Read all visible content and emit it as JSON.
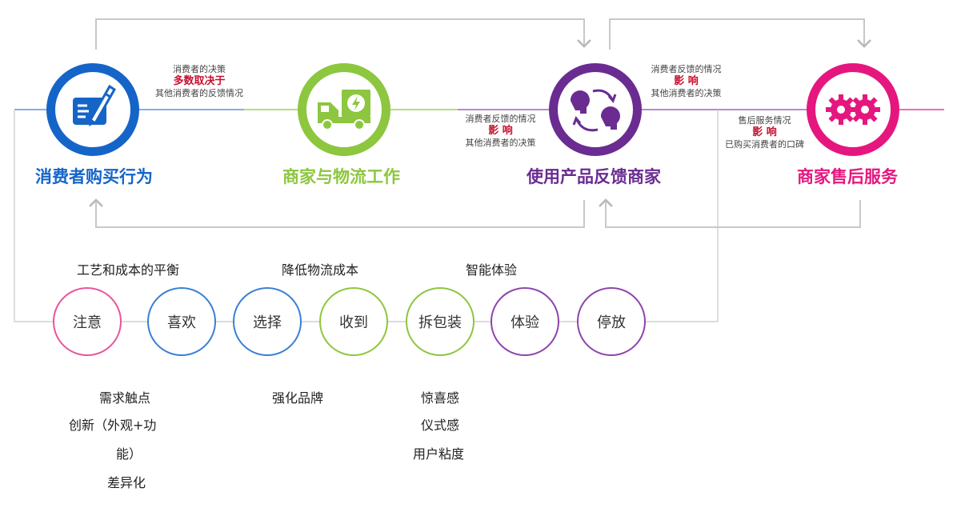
{
  "stages": [
    {
      "title": "消费者购买行为",
      "color": "#1565c8",
      "icon": "signature-pen-icon"
    },
    {
      "title": "商家与物流工作",
      "color": "#8dc63f",
      "icon": "delivery-truck-icon"
    },
    {
      "title": "使用产品反馈商家",
      "color": "#6a2c91",
      "icon": "feedback-heads-icon"
    },
    {
      "title": "商家售后服务",
      "color": "#e5177e",
      "icon": "gears-icon"
    }
  ],
  "notes": {
    "n1": {
      "line1": "消费者的决策",
      "line2": "多数取决于",
      "line3": "其他消费者的反馈情况"
    },
    "n2": {
      "line1": "消费者反馈的情况",
      "line2": "影 响",
      "line3": "其他消费者的决策"
    },
    "n3": {
      "line1": "消费者反馈的情况",
      "line2": "影 响",
      "line3": "其他消费者的决策"
    },
    "n4": {
      "line1": "售后服务情况",
      "line2": "影 响",
      "line3": "已购买消费者的口碑"
    }
  },
  "steps": [
    {
      "label": "注意",
      "color": "#e8559a"
    },
    {
      "label": "喜欢",
      "color": "#3a7fd5"
    },
    {
      "label": "选择",
      "color": "#3a7fd5"
    },
    {
      "label": "收到",
      "color": "#8dc63f"
    },
    {
      "label": "拆包装",
      "color": "#8dc63f"
    },
    {
      "label": "体验",
      "color": "#8e44ad"
    },
    {
      "label": "停放",
      "color": "#8e44ad"
    }
  ],
  "top_labels": {
    "a": "工艺和成本的平衡",
    "b": "降低物流成本",
    "c": "智能体验"
  },
  "bottom_labels": {
    "col1": [
      "需求触点",
      "创新（外观+功",
      "能）",
      "差异化"
    ],
    "col2": [
      "强化品牌"
    ],
    "col3": [
      "惊喜感",
      "仪式感",
      "用户粘度"
    ]
  }
}
